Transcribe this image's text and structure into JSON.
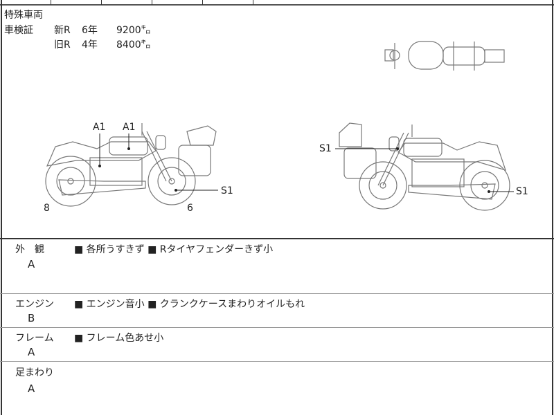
{
  "header": {
    "special_vehicle": "特殊車両",
    "inspection_label": "車検証",
    "new_rate": {
      "label": "新R",
      "years": "6年",
      "amount": "9200㌔"
    },
    "old_rate": {
      "label": "旧R",
      "years": "4年",
      "amount": "8400㌔"
    }
  },
  "diagram": {
    "left_labels": [
      "A1",
      "A1",
      "S1",
      "8",
      "6"
    ],
    "right_labels": [
      "S1",
      "S1"
    ]
  },
  "sections": [
    {
      "title": "外　観",
      "grade": "A",
      "notes": "■ 各所うすきず ■ Rタイヤフェンダーきず小"
    },
    {
      "title": "エンジン",
      "grade": "B",
      "notes": "■ エンジン音小 ■ クランクケースまわりオイルもれ"
    },
    {
      "title": "フレーム",
      "grade": "A",
      "notes": "■ フレーム色あせ小"
    },
    {
      "title": "足まわり",
      "grade": "A",
      "notes": ""
    }
  ]
}
